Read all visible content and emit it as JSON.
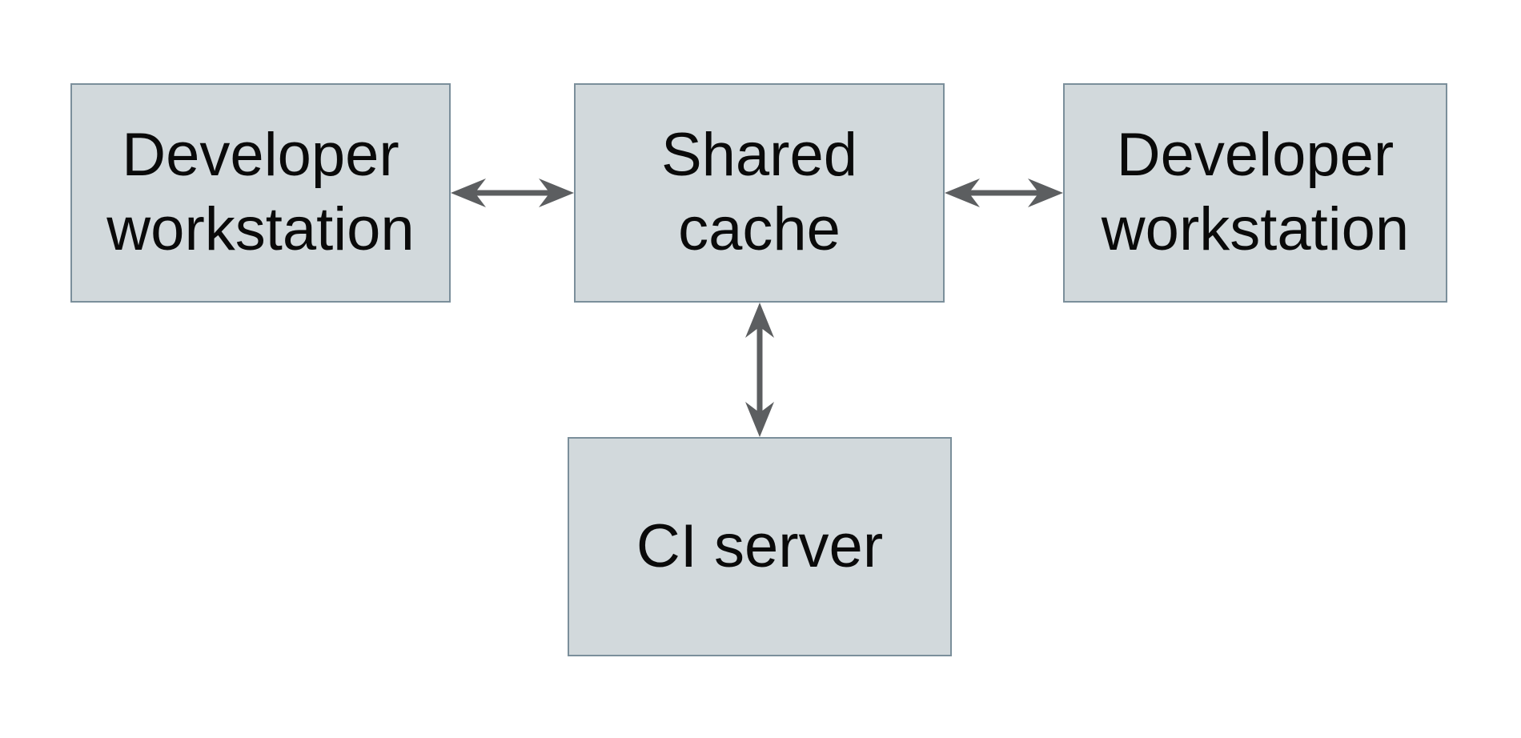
{
  "diagram": {
    "colors": {
      "background": "#ffffff",
      "node_fill": "#d2d9dc",
      "node_border": "#7b8f9b",
      "arrow": "#5c5e60",
      "text": "#0a0a0a"
    },
    "nodes": [
      {
        "id": "developer-workstation-left",
        "label": "Developer\nworkstation"
      },
      {
        "id": "shared-cache",
        "label": "Shared\ncache"
      },
      {
        "id": "developer-workstation-right",
        "label": "Developer\nworkstation"
      },
      {
        "id": "ci-server",
        "label": "CI server"
      }
    ],
    "edges": [
      {
        "id": "workstation-left-to-shared-cache",
        "type": "double-arrow",
        "orientation": "horizontal"
      },
      {
        "id": "workstation-right-to-shared-cache",
        "type": "double-arrow",
        "orientation": "horizontal"
      },
      {
        "id": "ci-server-to-shared-cache",
        "type": "double-arrow",
        "orientation": "vertical"
      }
    ]
  }
}
